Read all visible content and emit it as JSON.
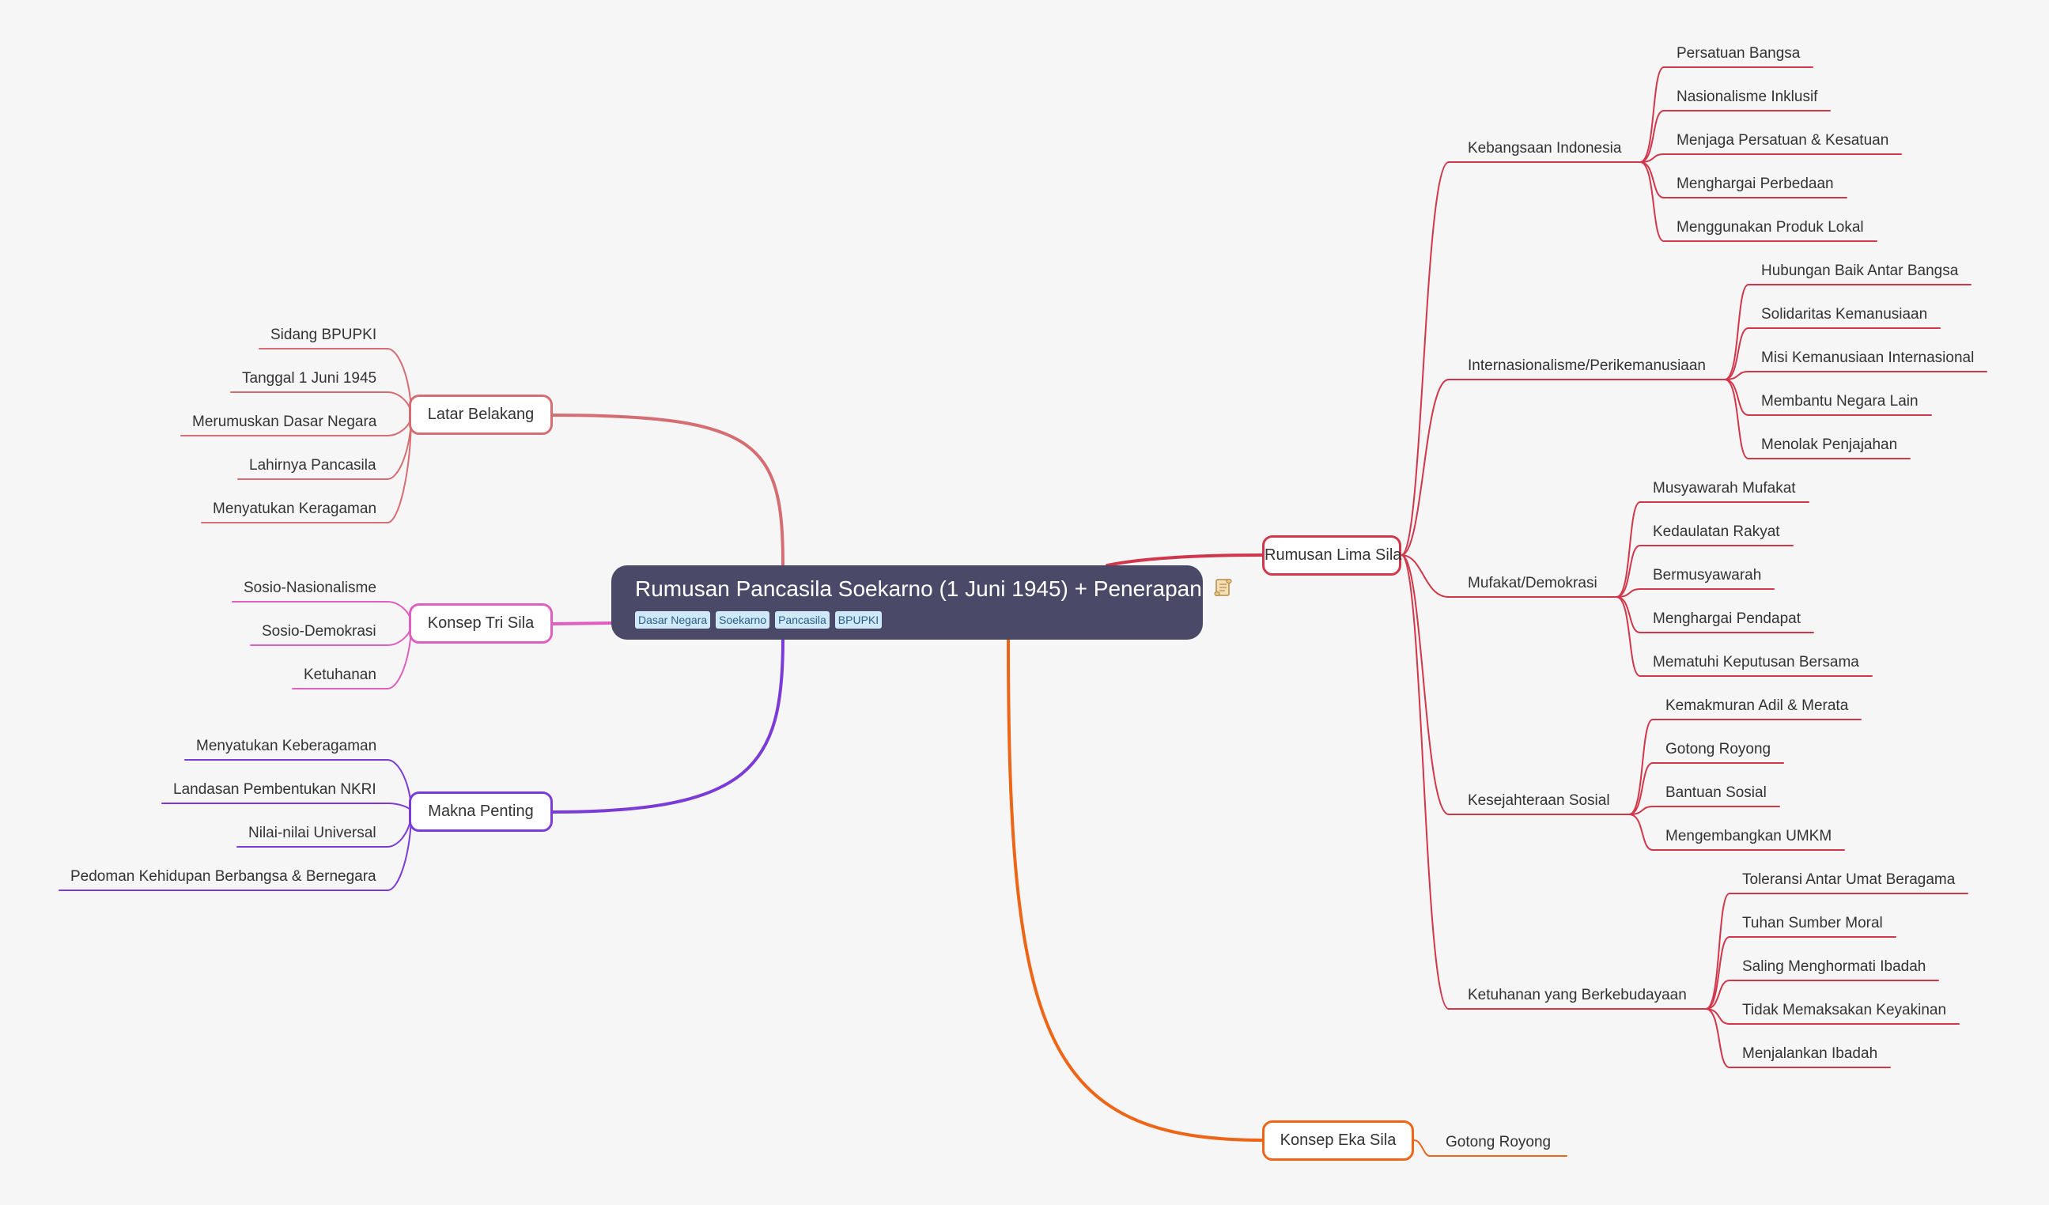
{
  "root": {
    "title": "Rumusan Pancasila Soekarno (1 Juni 1945) + Penerapan",
    "icon": "scroll-icon",
    "tags": [
      "Dasar Negara",
      "Soekarno",
      "Pancasila",
      "BPUPKI"
    ]
  },
  "colors": {
    "latar": "#d46e73",
    "trisila": "#de5fbd",
    "makna": "#7b3bd6",
    "lima": "#d1374a",
    "eka": "#ed6516"
  },
  "branches": {
    "latar": {
      "label": "Latar Belakang",
      "children": [
        "Sidang BPUPKI",
        "Tanggal 1 Juni 1945",
        "Merumuskan Dasar Negara",
        "Lahirnya Pancasila",
        "Menyatukan Keragaman"
      ]
    },
    "trisila": {
      "label": "Konsep Tri Sila",
      "children": [
        "Sosio-Nasionalisme",
        "Sosio-Demokrasi",
        "Ketuhanan"
      ]
    },
    "makna": {
      "label": "Makna Penting",
      "children": [
        "Menyatukan Keberagaman",
        "Landasan Pembentukan NKRI",
        "Nilai-nilai Universal",
        "Pedoman Kehidupan Berbangsa & Bernegara"
      ]
    },
    "lima": {
      "label": "Rumusan Lima Sila",
      "subs": [
        {
          "label": "Kebangsaan Indonesia",
          "children": [
            "Persatuan Bangsa",
            "Nasionalisme Inklusif",
            "Menjaga Persatuan & Kesatuan",
            "Menghargai Perbedaan",
            "Menggunakan Produk Lokal"
          ]
        },
        {
          "label": "Internasionalisme/Perikemanusiaan",
          "children": [
            "Hubungan Baik Antar Bangsa",
            "Solidaritas Kemanusiaan",
            "Misi Kemanusiaan Internasional",
            "Membantu Negara Lain",
            "Menolak Penjajahan"
          ]
        },
        {
          "label": "Mufakat/Demokrasi",
          "children": [
            "Musyawarah Mufakat",
            "Kedaulatan Rakyat",
            "Bermusyawarah",
            "Menghargai Pendapat",
            "Mematuhi Keputusan Bersama"
          ]
        },
        {
          "label": "Kesejahteraan Sosial",
          "children": [
            "Kemakmuran Adil & Merata",
            "Gotong Royong",
            "Bantuan Sosial",
            "Mengembangkan UMKM"
          ]
        },
        {
          "label": "Ketuhanan yang Berkebudayaan",
          "children": [
            "Toleransi Antar Umat Beragama",
            "Tuhan Sumber Moral",
            "Saling Menghormati Ibadah",
            "Tidak Memaksakan Keyakinan",
            "Menjalankan Ibadah"
          ]
        }
      ]
    },
    "eka": {
      "label": "Konsep Eka Sila",
      "children": [
        "Gotong Royong"
      ]
    }
  }
}
